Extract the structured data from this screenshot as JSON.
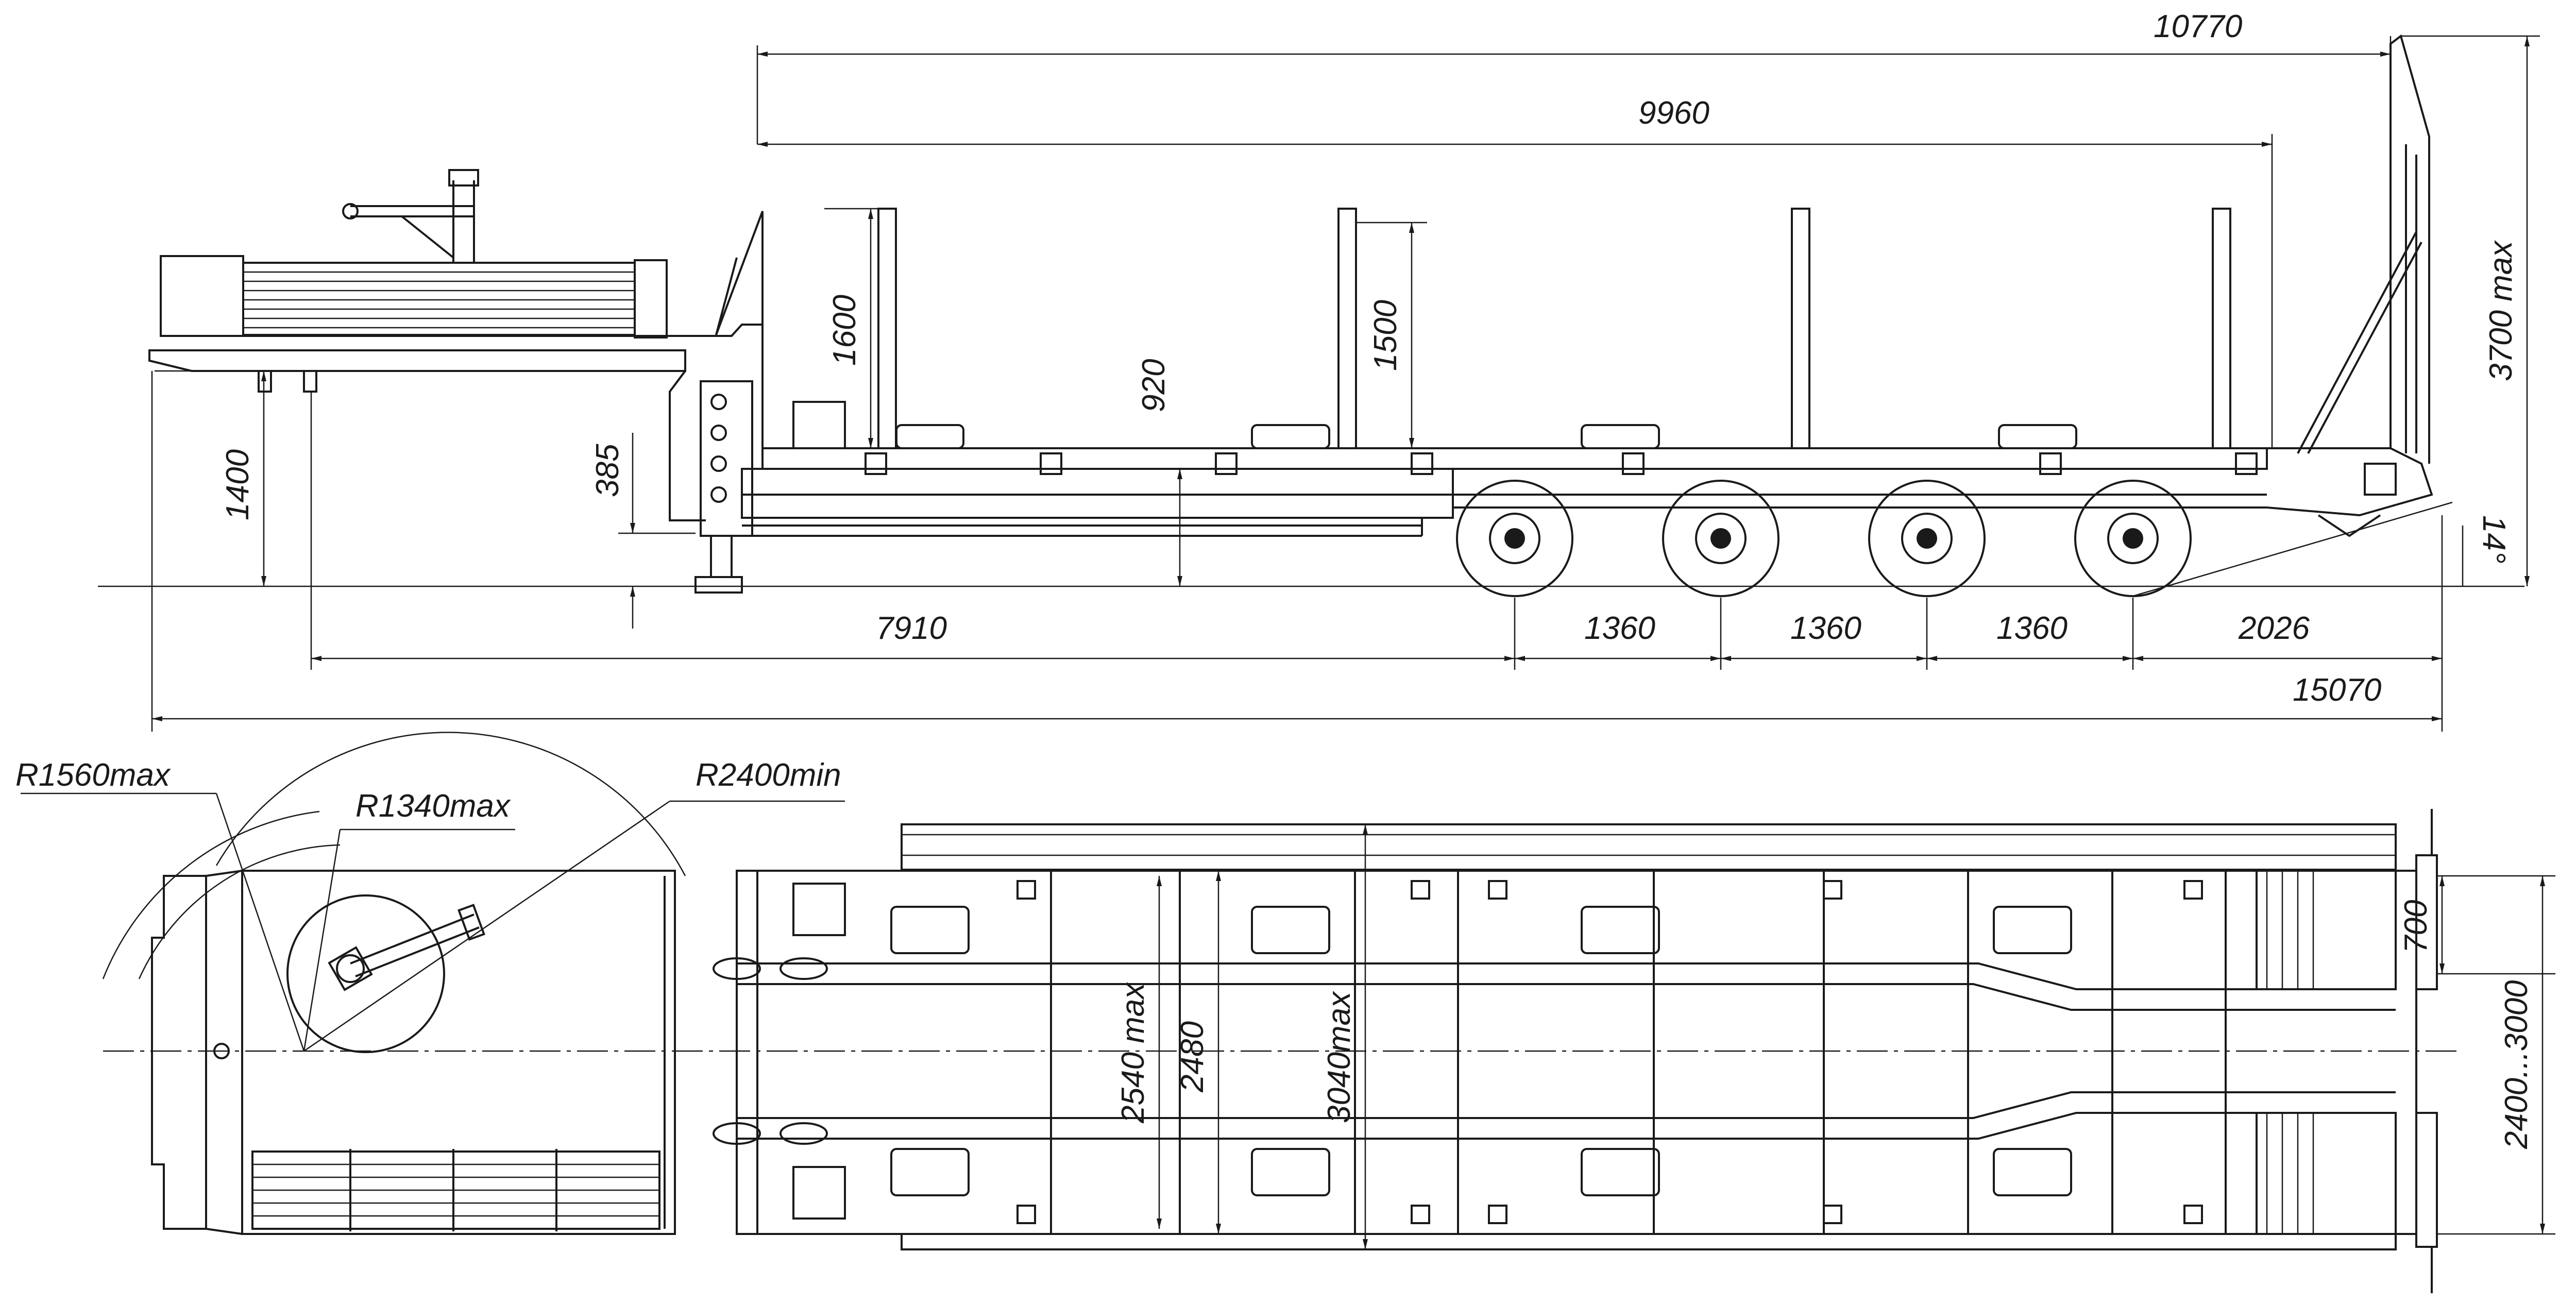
{
  "side_view": {
    "dims": {
      "overall_platform_length": "10770",
      "deck_length": "9960",
      "stake_height_front": "1600",
      "stake_height": "1500",
      "deck_height": "920",
      "gooseneck_height": "1400",
      "step_height": "385",
      "kingpin_to_first_axle": "7910",
      "axle_spacing_1": "1360",
      "axle_spacing_2": "1360",
      "axle_spacing_3": "1360",
      "rear_overhang": "2026",
      "overall_length": "15070",
      "overall_height": "3700 max",
      "departure_angle": "14°"
    }
  },
  "top_view": {
    "dims": {
      "swing_radius_front": "R1560max",
      "swing_radius_kingpin": "R1340max",
      "turning_radius": "R2400min",
      "width_frame": "2540 max",
      "width_deck": "2480",
      "width_extended": "3040max",
      "ramp_width": "700",
      "ramp_track": "2400...3000"
    }
  }
}
